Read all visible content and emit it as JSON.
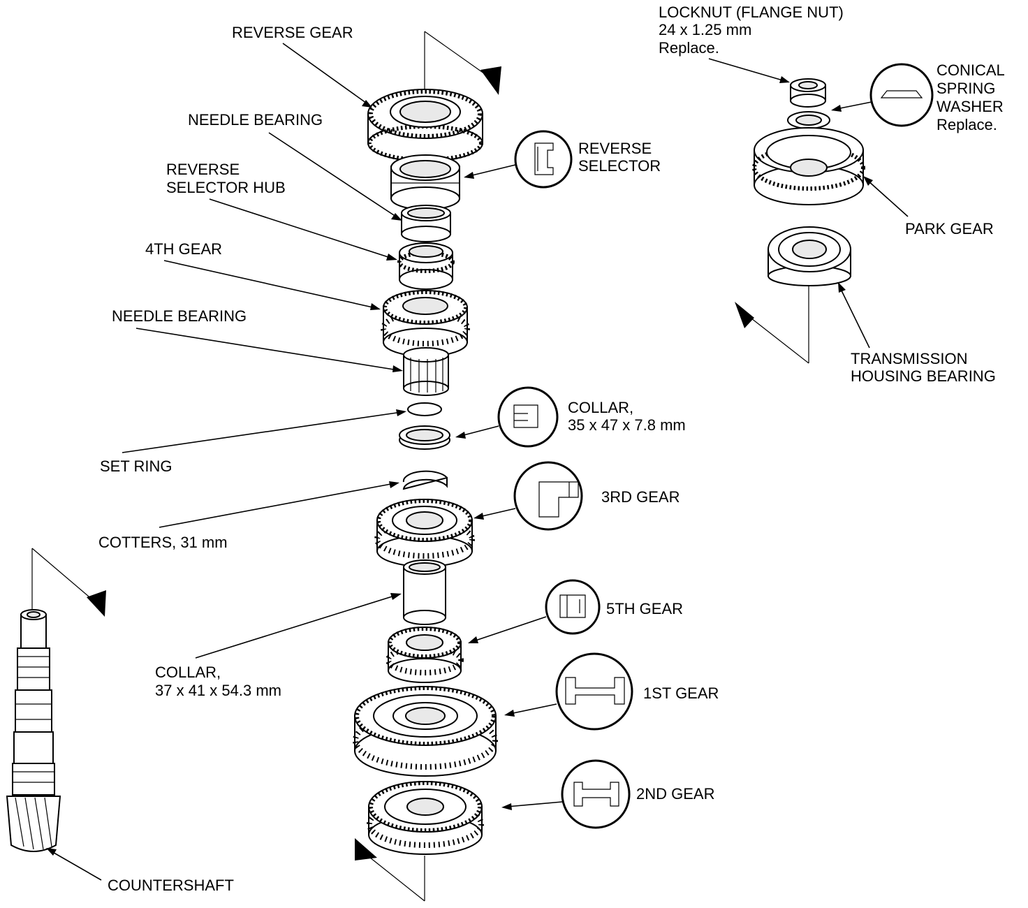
{
  "labels": {
    "reverse_gear": "REVERSE GEAR",
    "needle_bearing_1": "NEEDLE BEARING",
    "reverse_selector_hub_1": "REVERSE",
    "reverse_selector_hub_2": "SELECTOR HUB",
    "fourth_gear": "4TH GEAR",
    "needle_bearing_2": "NEEDLE BEARING",
    "set_ring": "SET RING",
    "cotters": "COTTERS, 31 mm",
    "collar_large_1": "COLLAR,",
    "collar_large_2": "37 x 41 x 54.3 mm",
    "countershaft": "COUNTERSHAFT",
    "reverse_selector_1": "REVERSE",
    "reverse_selector_2": "SELECTOR",
    "collar_small_1": "COLLAR,",
    "collar_small_2": "35 x 47 x 7.8 mm",
    "third_gear": "3RD GEAR",
    "fifth_gear": "5TH GEAR",
    "first_gear": "1ST GEAR",
    "second_gear": "2ND GEAR",
    "locknut_1": "LOCKNUT (FLANGE NUT)",
    "locknut_2": "24 x 1.25 mm",
    "locknut_3": "Replace.",
    "washer_1": "CONICAL",
    "washer_2": "SPRING",
    "washer_3": "WASHER",
    "washer_4": "Replace.",
    "park_gear": "PARK GEAR",
    "housing_bearing_1": "TRANSMISSION",
    "housing_bearing_2": "HOUSING BEARING"
  },
  "icons": {
    "reverse_selector_profile": "reverse-selector-profile-icon",
    "collar_profile": "collar-profile-icon",
    "third_gear_profile": "third-gear-profile-icon",
    "fifth_gear_profile": "fifth-gear-profile-icon",
    "first_gear_profile": "first-gear-profile-icon",
    "second_gear_profile": "second-gear-profile-icon",
    "conical_washer_profile": "conical-washer-profile-icon"
  }
}
